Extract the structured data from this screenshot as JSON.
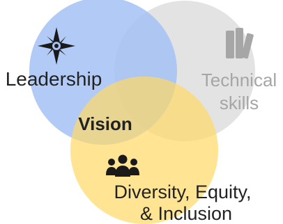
{
  "diagram": {
    "circles": [
      {
        "id": "leadership",
        "label": "Leadership",
        "color": "#a4c2f4",
        "icon": "compass-rose-icon",
        "icon_color": "#1a1a1a"
      },
      {
        "id": "technical",
        "label_lines": [
          "Technical",
          "skills"
        ],
        "color": "#d9d9d9",
        "icon": "books-icon",
        "icon_color": "#a6a6a6",
        "label_color": "#a6a6a6"
      },
      {
        "id": "dei",
        "label_lines": [
          "Diversity, Equity,",
          "& Inclusion"
        ],
        "color": "#ffd966",
        "icon": "group-people-icon",
        "icon_color": "#1a1a1a"
      }
    ],
    "center_label": "Vision",
    "text_color": "#222222"
  }
}
